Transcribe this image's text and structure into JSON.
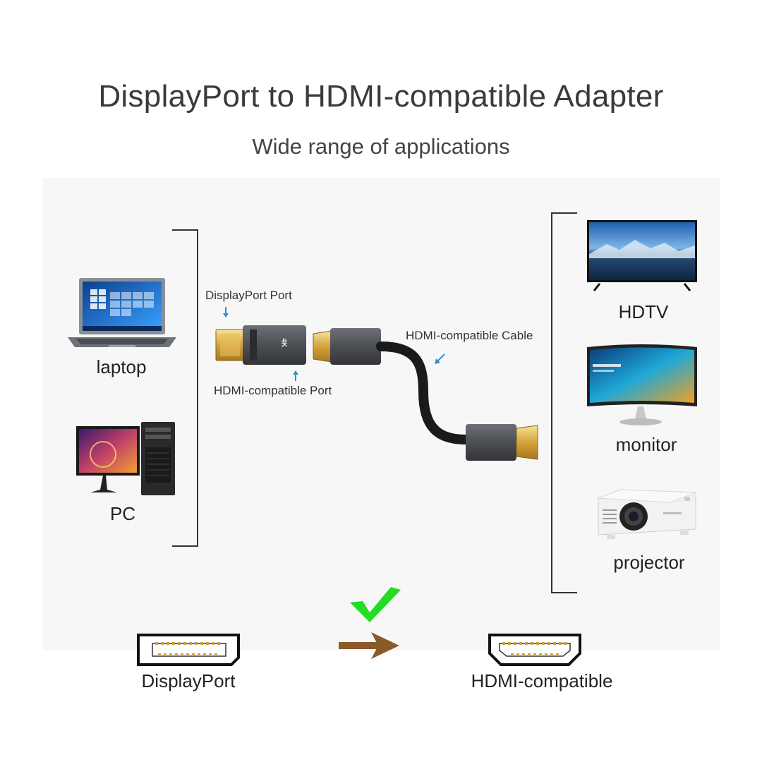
{
  "header": {
    "title": "DisplayPort to HDMI-compatible Adapter",
    "subtitle": "Wide range of applications"
  },
  "sources": [
    {
      "label": "laptop",
      "icon": "laptop-icon"
    },
    {
      "label": "PC",
      "icon": "desktop-pc-icon"
    }
  ],
  "outputs": [
    {
      "label": "HDTV",
      "icon": "tv-icon"
    },
    {
      "label": "monitor",
      "icon": "curved-monitor-icon"
    },
    {
      "label": "projector",
      "icon": "projector-icon"
    }
  ],
  "callouts": {
    "displayport_port": "DisplayPort Port",
    "hdmi_port": "HDMI-compatible Port",
    "hdmi_cable": "HDMI-compatible Cable"
  },
  "adapter": {
    "badge": "4K"
  },
  "conversion": {
    "from": "DisplayPort",
    "to": "HDMI-compatible",
    "check_color": "#22dd22",
    "arrow_color": "#8b5a2b"
  }
}
